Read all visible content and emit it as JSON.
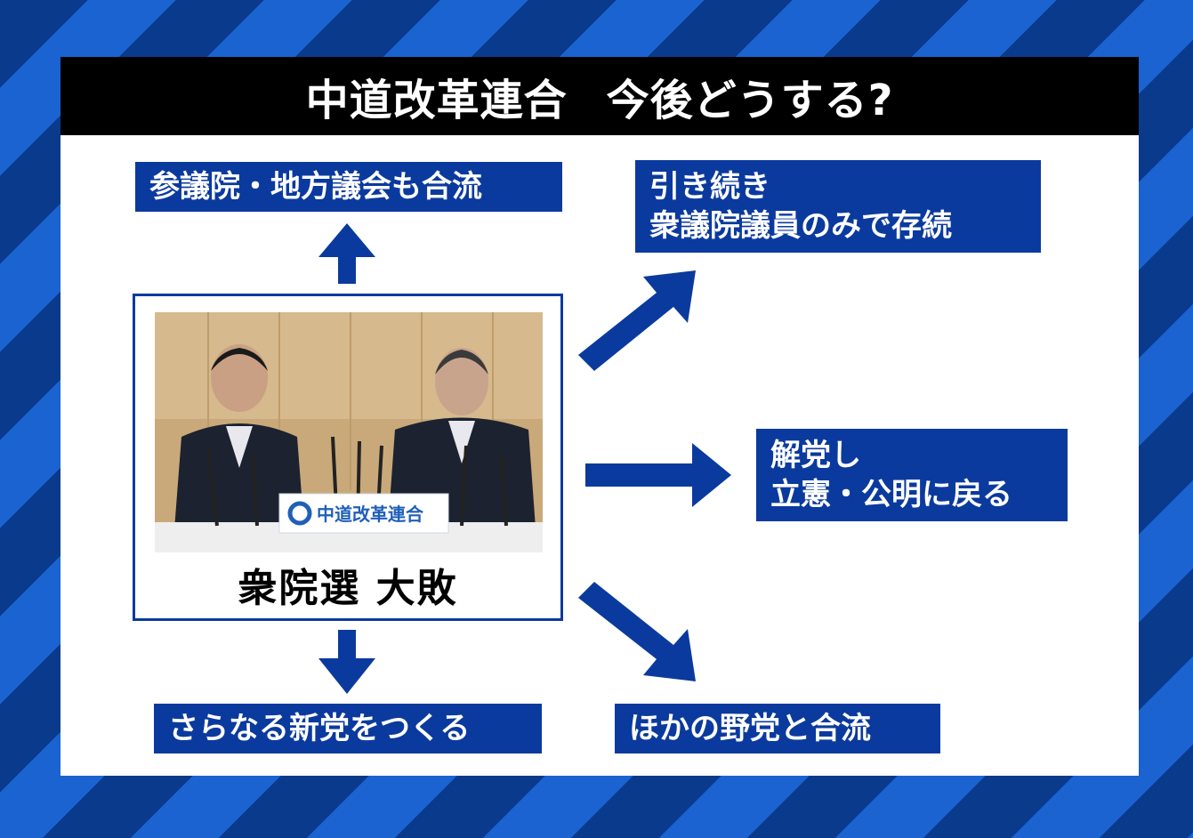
{
  "title": {
    "part1": "中道改革連合",
    "part2": "今後どうする?"
  },
  "center": {
    "caption": "衆院選 大敗",
    "nameplate": "中道改革連合"
  },
  "options": {
    "top": "参議院・地方議会も合流",
    "top_right_line1": "引き続き",
    "top_right_line2": "衆議院議員のみで存続",
    "right_line1": "解党し",
    "right_line2": "立憲・公明に戻る",
    "bottom_left": "さらなる新党をつくる",
    "bottom_right": "ほかの野党と合流"
  },
  "colors": {
    "accent": "#0b3a9e",
    "title_bg": "#000000",
    "bg_dark": "#0a3a8c",
    "bg_light": "#1a63d1"
  }
}
